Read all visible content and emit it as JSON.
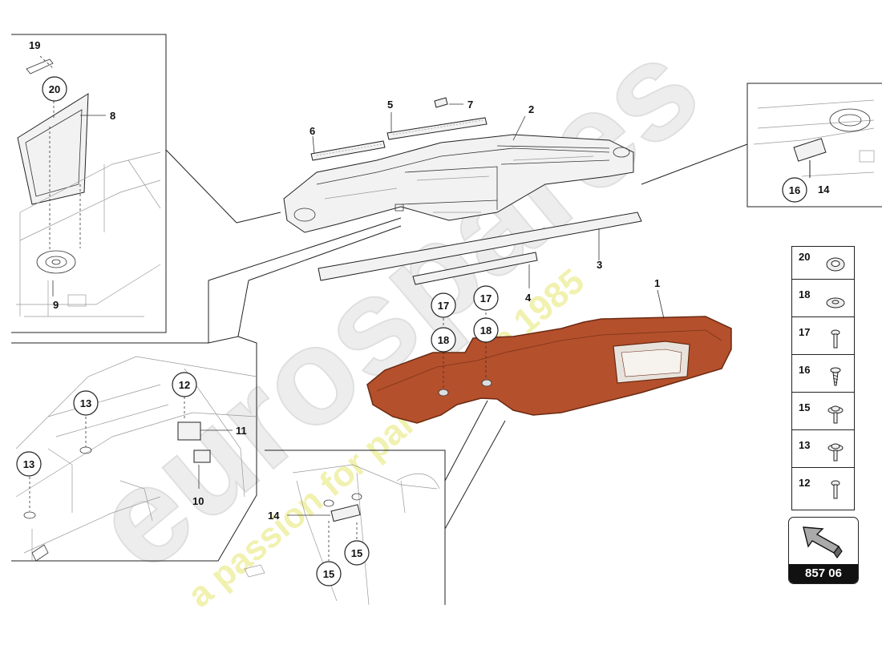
{
  "diagram": {
    "watermark": {
      "main_text": "eurospares",
      "sub_text": "a passion for parts since 1985"
    },
    "callouts": {
      "c1": "1",
      "c2": "2",
      "c3": "3",
      "c4": "4",
      "c5": "5",
      "c6": "6",
      "c7": "7",
      "c8": "8",
      "c9": "9",
      "c10": "10",
      "c11": "11",
      "c14_top": "14",
      "c14_bottom": "14",
      "c19": "19"
    },
    "circles": {
      "c20": "20",
      "c16": "16",
      "c17a": "17",
      "c17b": "17",
      "c18a": "18",
      "c18b": "18",
      "c12": "12",
      "c13a": "13",
      "c13b": "13",
      "c15a": "15",
      "c15b": "15"
    },
    "colors": {
      "trim_fill": "#b5502c",
      "trim_dark": "#6a2a12",
      "watermark": "#e9e9e9",
      "watermark_yellow": "#f0f0a8"
    }
  },
  "legend": {
    "items": [
      {
        "num": "20",
        "icon": "grommet-icon"
      },
      {
        "num": "18",
        "icon": "washer-icon"
      },
      {
        "num": "17",
        "icon": "screw-icon"
      },
      {
        "num": "16",
        "icon": "tapping-screw-icon"
      },
      {
        "num": "15",
        "icon": "flange-screw-icon"
      },
      {
        "num": "13",
        "icon": "flange-screw-icon"
      },
      {
        "num": "12",
        "icon": "screw-icon"
      }
    ]
  },
  "reference": {
    "code": "857 06",
    "icon": "direction-arrow-icon"
  }
}
